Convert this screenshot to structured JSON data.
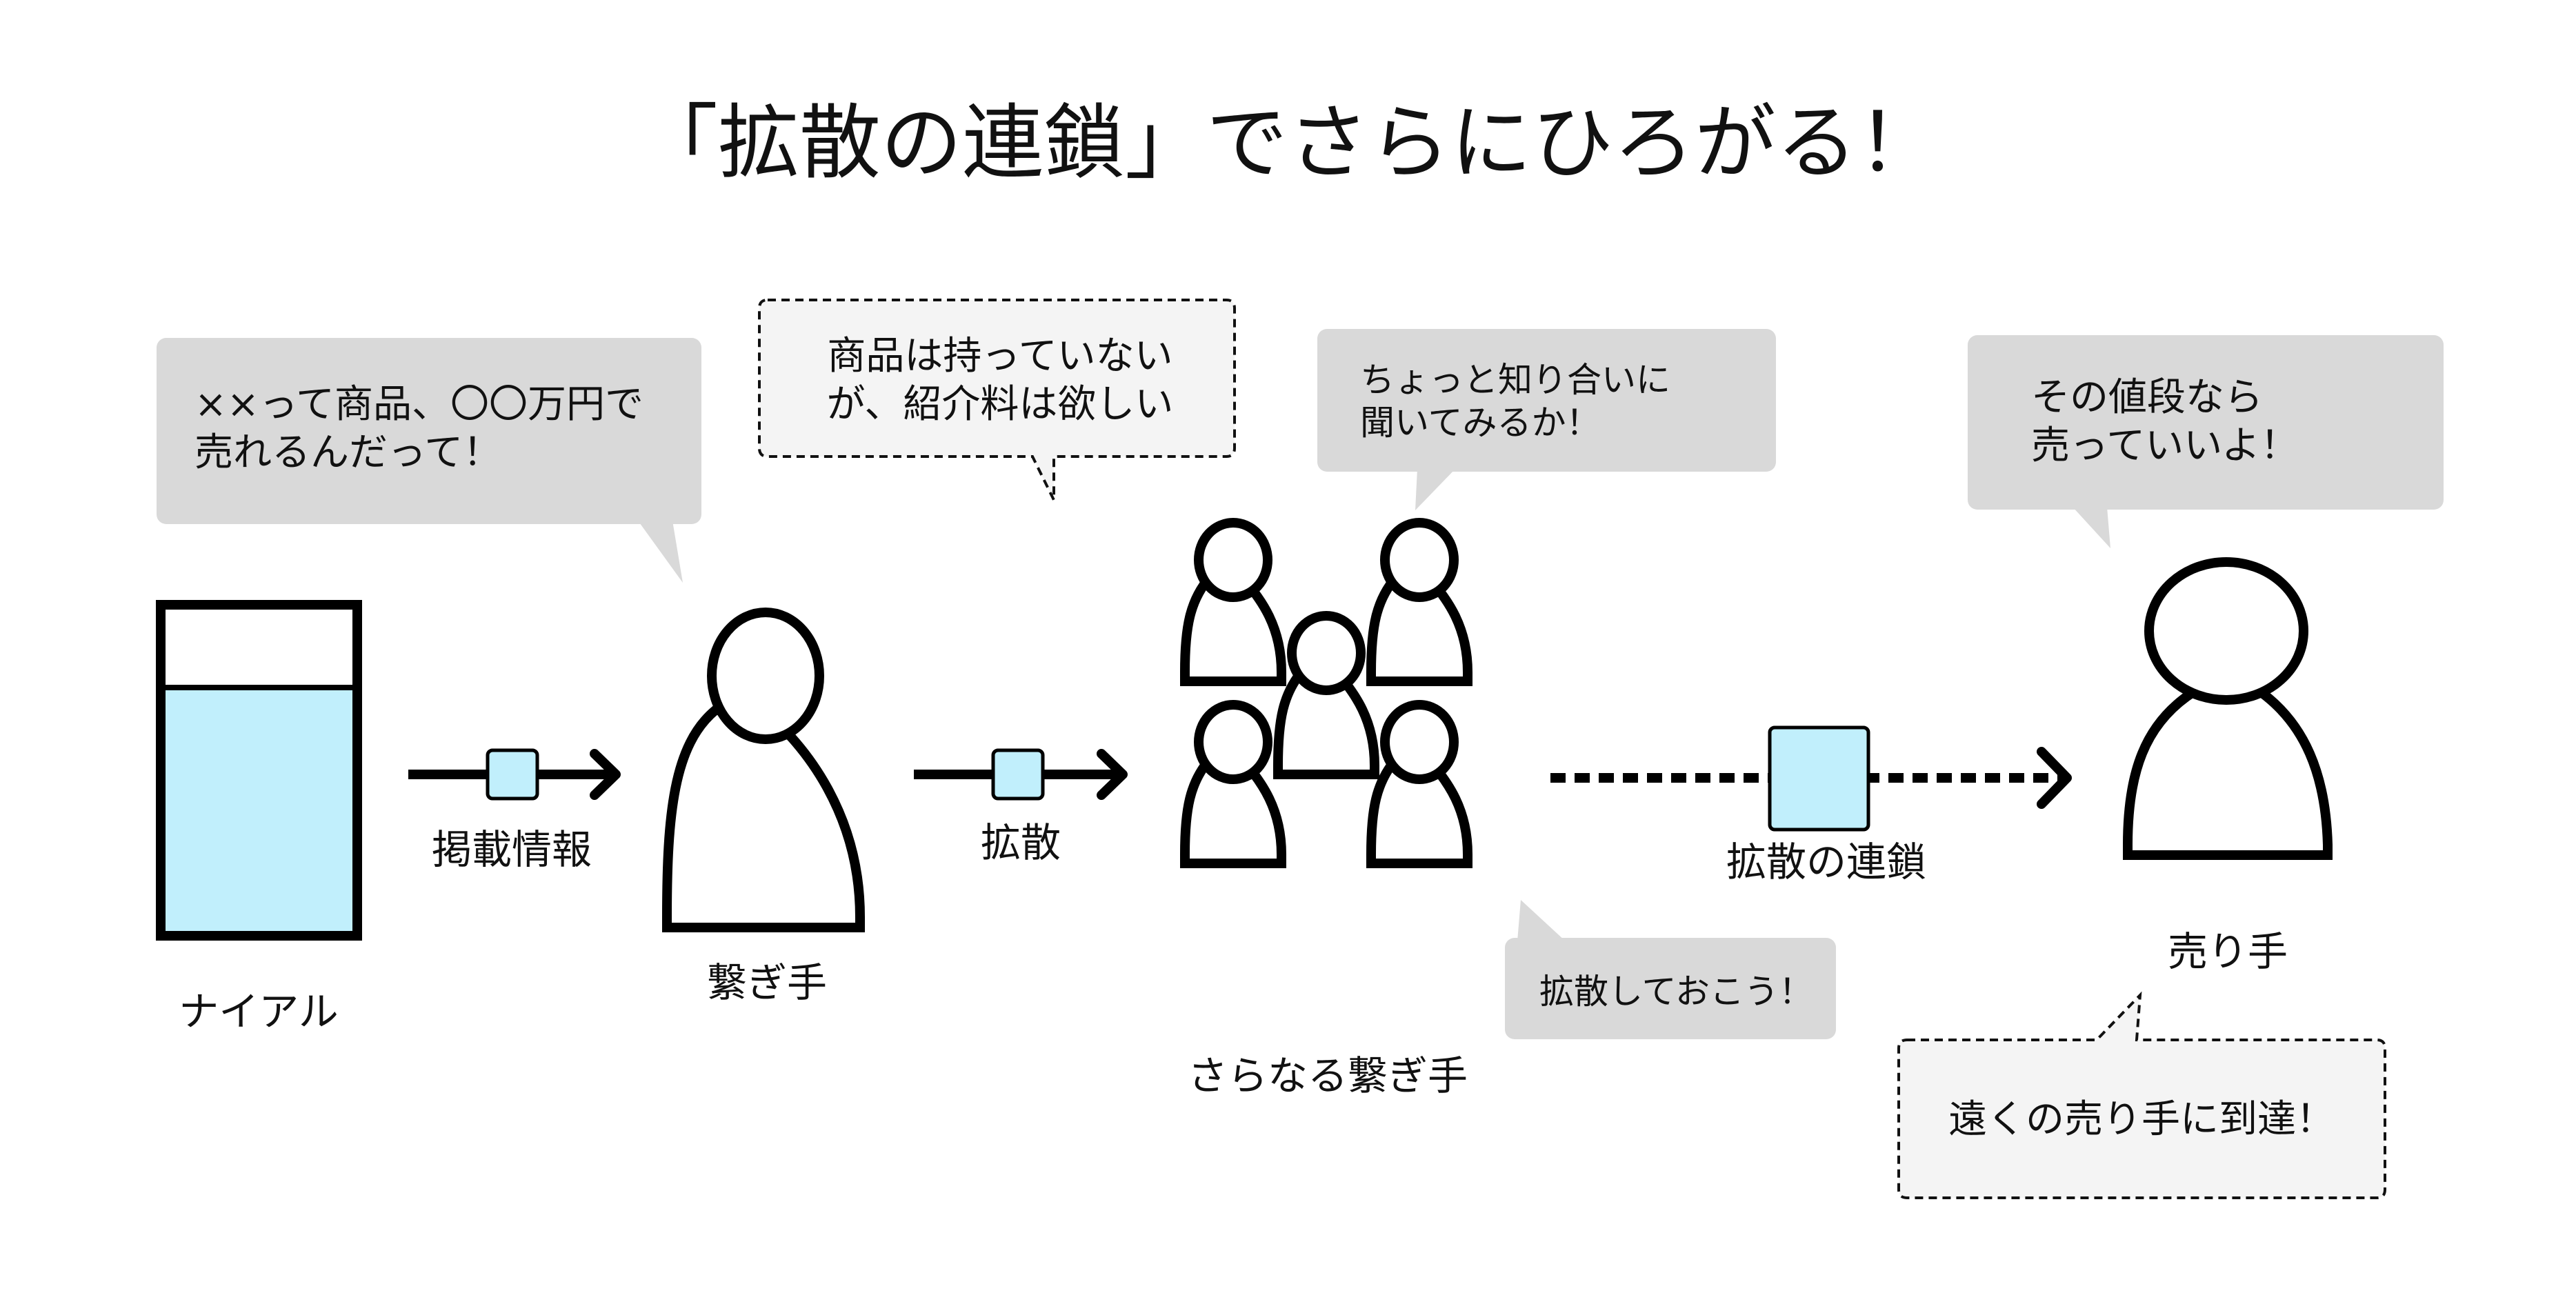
{
  "title": "「拡散の連鎖」でさらにひろがる！",
  "colors": {
    "info_fill": "#c1effc",
    "bubble_solid": "#d9d9d9",
    "bubble_dashed": "#f4f4f4",
    "stroke": "#000000"
  },
  "nodes": {
    "nairu": {
      "label": "ナイアル",
      "icon": "document-icon"
    },
    "connector": {
      "label": "繋ぎ手",
      "icon": "person-icon"
    },
    "more_connectors": {
      "label": "さらなる繋ぎ手",
      "icon": "people-group-icon"
    },
    "seller": {
      "label": "売り手",
      "icon": "person-icon"
    }
  },
  "arrows": [
    {
      "label": "掲載情報",
      "style": "solid"
    },
    {
      "label": "拡散",
      "style": "solid"
    },
    {
      "label": "拡散の連鎖",
      "style": "dotted"
    }
  ],
  "bubbles": {
    "connector_says": {
      "lines": [
        "××って商品、〇〇万円で",
        "売れるんだって！"
      ],
      "style": "solid"
    },
    "connector_thinks": {
      "lines": [
        "商品は持っていない",
        "が、紹介料は欲しい"
      ],
      "style": "dashed"
    },
    "friends_say": {
      "lines": [
        "ちょっと知り合いに",
        "聞いてみるか！"
      ],
      "style": "solid"
    },
    "spread_say": {
      "lines": [
        "拡散しておこう！"
      ],
      "style": "solid"
    },
    "seller_says": {
      "lines": [
        "その値段なら",
        "売っていいよ！"
      ],
      "style": "solid"
    },
    "reach_note": {
      "lines": [
        "遠くの売り手に到達！"
      ],
      "style": "dashed"
    }
  }
}
